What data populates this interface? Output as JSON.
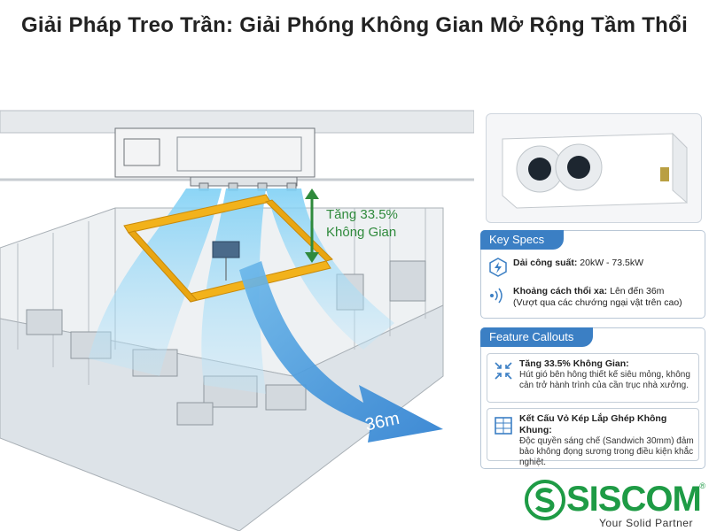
{
  "title": "Giải Pháp Treo Trần: Giải Phóng Không Gian Mở Rộng Tầm Thổi",
  "callout_space": {
    "line1": "Tăng 33.5%",
    "line2": "Không Gian"
  },
  "distance_label": "36m",
  "key_specs": {
    "header": "Key Specs",
    "items": [
      {
        "icon": "power-icon",
        "label": "Dải công suất:",
        "value": "20kW - 73.5kW",
        "note": ""
      },
      {
        "icon": "airflow-wave-icon",
        "label": "Khoảng cách thổi xa:",
        "value": "Lên đến 36m",
        "note": "(Vượt qua các chướng ngại vật trên cao)"
      }
    ]
  },
  "feature_callouts": {
    "header": "Feature Callouts",
    "items": [
      {
        "icon": "compress-arrows-icon",
        "title": "Tăng 33.5% Không Gian:",
        "desc": "Hút gió bên hông thiết kế siêu mỏng, không cản trở hành trình của cần trục nhà xưởng."
      },
      {
        "icon": "panel-icon",
        "title": "Kết Cấu Vỏ Kép Lắp Ghép Không Khung:",
        "desc": "Độc quyền sáng chế (Sandwich 30mm) đảm bảo không đọng sương trong điều kiện khắc nghiệt."
      }
    ]
  },
  "brand": {
    "name": "SISCOM",
    "tagline": "Your Solid Partner",
    "registered": "®"
  },
  "colors": {
    "accent_blue": "#3b7fc4",
    "brand_green": "#1e9b45",
    "crane_yellow": "#f2b21b",
    "callout_green": "#2f8a3c"
  }
}
